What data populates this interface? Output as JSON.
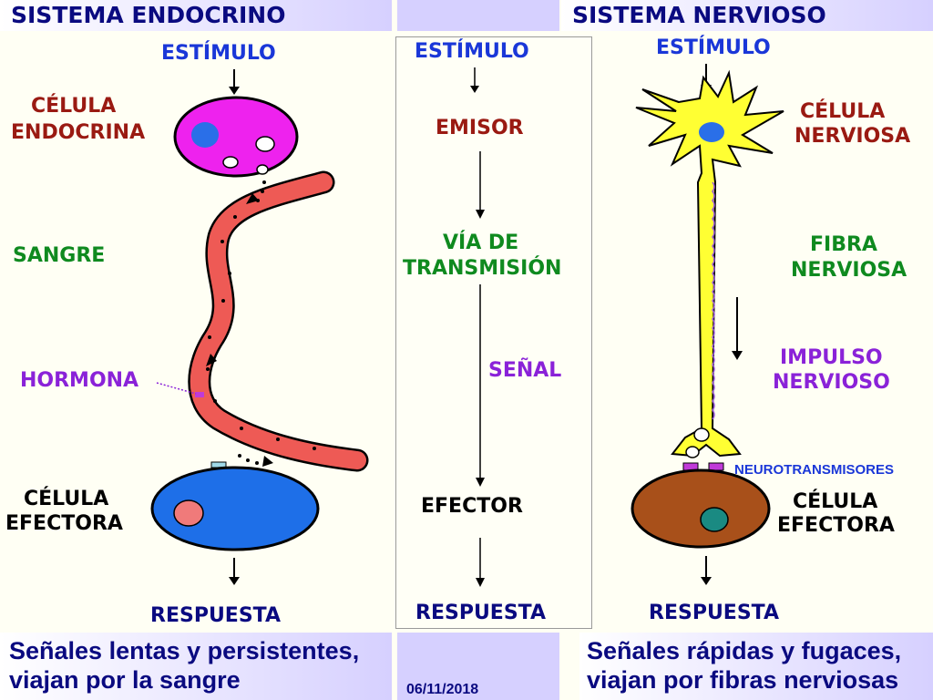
{
  "titles": {
    "endocrine": "SISTEMA ENDOCRINO",
    "nervous": "SISTEMA NERVIOSO"
  },
  "endocrine": {
    "stimulus": "ESTÍMULO",
    "cell_line1": "CÉLULA",
    "cell_line2": "ENDOCRINA",
    "blood": "SANGRE",
    "hormone": "HORMONA",
    "effector_line1": "CÉLULA",
    "effector_line2": "EFECTORA",
    "response": "RESPUESTA",
    "summary_line1": "Señales lentas y persistentes,",
    "summary_line2": "viajan por la sangre"
  },
  "general": {
    "stimulus": "ESTÍMULO",
    "emitter": "EMISOR",
    "pathway_line1": "VÍA DE",
    "pathway_line2": "TRANSMISIÓN",
    "signal": "SEÑAL",
    "effector": "EFECTOR",
    "response": "RESPUESTA"
  },
  "nervous": {
    "stimulus": "ESTÍMULO",
    "cell_line1": "CÉLULA",
    "cell_line2": "NERVIOSA",
    "fiber_line1": "FIBRA",
    "fiber_line2": "NERVIOSA",
    "impulse_line1": "IMPULSO",
    "impulse_line2": "NERVIOSO",
    "neurotransmitters": "NEUROTRANSMISORES",
    "effector_line1": "CÉLULA",
    "effector_line2": "EFECTORA",
    "response": "RESPUESTA",
    "summary_line1": "Señales rápidas y fugaces,",
    "summary_line2": "viajan por fibras nerviosas"
  },
  "footer": {
    "date": "06/11/2018"
  },
  "colors": {
    "title": "#0a0a80",
    "endocrine_cell": "#ee22ee",
    "blood_vessel": "#ee5a55",
    "effector_cell_endocrine": "#1e6fe8",
    "neuron": "#ffff33",
    "effector_cell_nervous": "#a8501a",
    "nucleus_blue": "#2a6fe8",
    "nucleus_teal": "#1a8a82"
  }
}
